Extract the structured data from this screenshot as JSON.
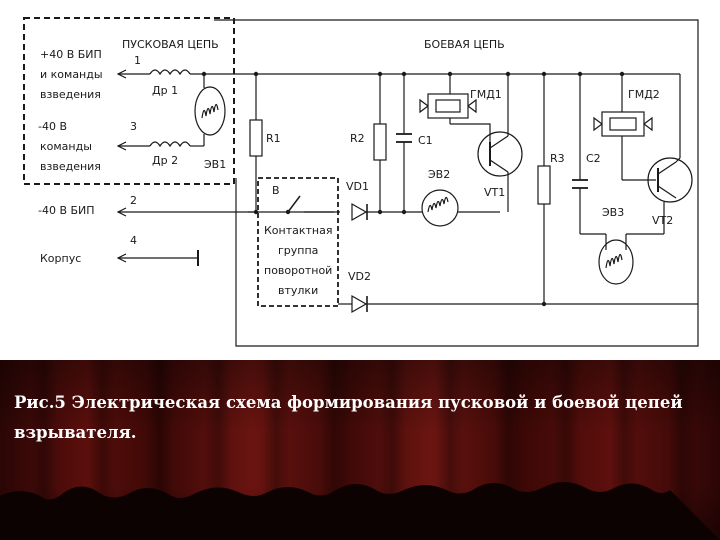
{
  "labels": {
    "plus40_bip": "+40 В БИП",
    "i_komandy": "и команды",
    "vzvedeniya_1": "взведения",
    "minus40_1": "-40 В",
    "komandy": "команды",
    "vzvedeniya_2": "взведения",
    "minus40_bip": "-40 В БИП",
    "korpus": "Корпус",
    "puskovaya": "ПУСКОВАЯ ЦЕПЬ",
    "boevaya": "БОЕВАЯ ЦЕПЬ",
    "term1": "1",
    "term2": "2",
    "term3": "3",
    "term4": "4",
    "dr1": "Др 1",
    "dr2": "Др 2",
    "ev1": "ЭВ1",
    "r1": "R1",
    "r2": "R2",
    "c1": "C1",
    "ev2": "ЭВ2",
    "gmd1": "ГМД1",
    "vt1": "VT1",
    "r3": "R3",
    "c2": "C2",
    "gmd2": "ГМД2",
    "ev3": "ЭВ3",
    "vt2": "VT2",
    "vd1": "VD1",
    "vd2": "VD2",
    "switch_b": "В",
    "kontakt_1": "Контактная",
    "kontakt_2": "группа",
    "kontakt_3": "поворотной",
    "kontakt_4": "втулки"
  },
  "caption": "Рис.5 Электрическая схема формирования пусковой и боевой цепей взрывателя."
}
